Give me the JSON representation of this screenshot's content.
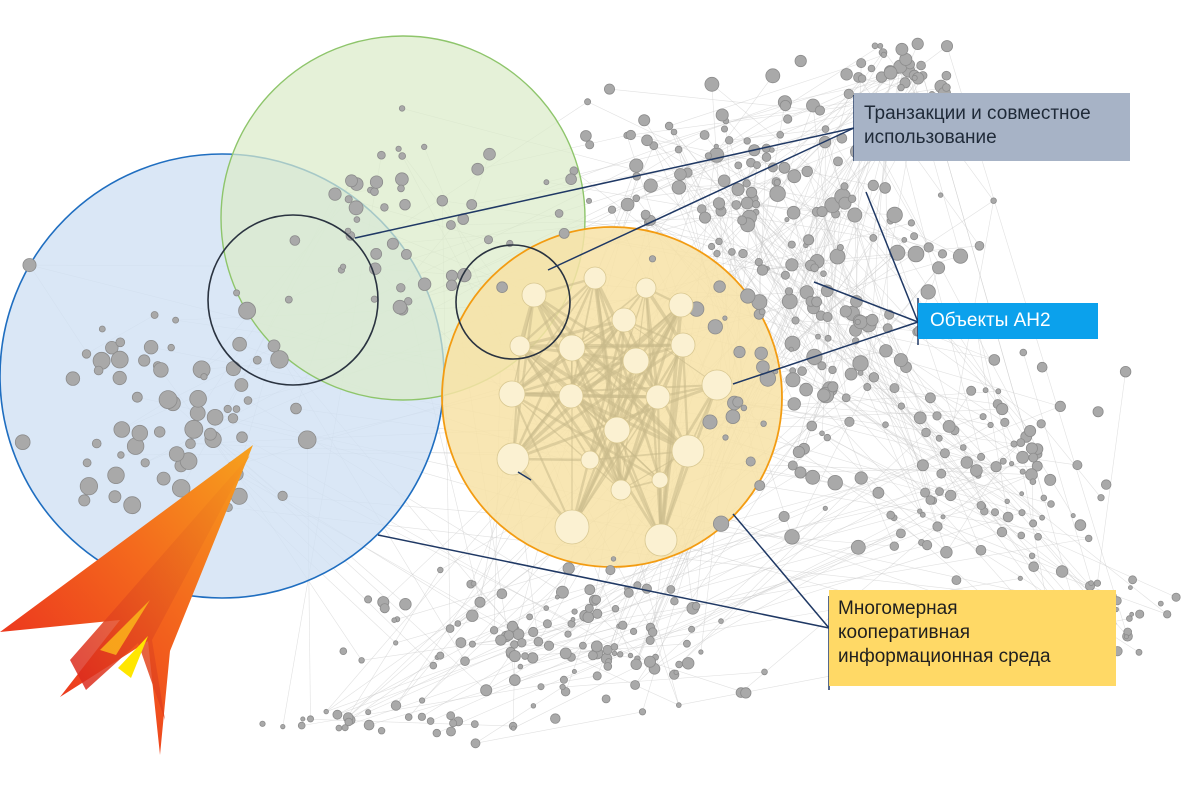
{
  "callouts": {
    "transactions": {
      "lines": [
        "Транзакции и совместное",
        "использование"
      ],
      "bg": "#a7b3c6"
    },
    "objects": {
      "text": "Объекты АН2",
      "bg": "#0ba1ec"
    },
    "environment": {
      "lines": [
        "Многомерная",
        "кооперативная",
        "информационная среда"
      ],
      "bg": "#ffd966"
    }
  },
  "regions": {
    "blue": {
      "fill": "#cfe0f3",
      "stroke": "#1f6ec0"
    },
    "green": {
      "fill": "#dbecc9",
      "stroke": "#8ec56b"
    },
    "orange": {
      "fill": "#f7e2a6",
      "stroke": "#f39c12"
    }
  },
  "colors": {
    "node": "#a9a9a9",
    "node_stroke": "#8c8c8c",
    "edge": "#c8c8c8",
    "leader": "#1f3864",
    "hub_node": "#fbf1d2",
    "rocket_red": "#e8201e",
    "rocket_orange": "#f7941d",
    "rocket_yellow": "#ffe600"
  },
  "icons": {
    "rocket": "rocket-icon"
  }
}
